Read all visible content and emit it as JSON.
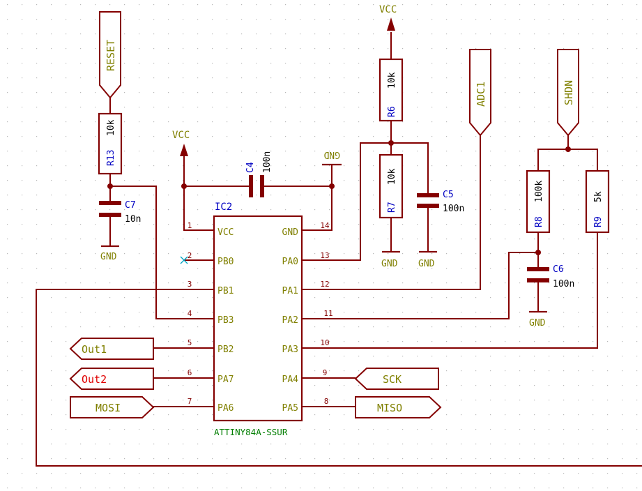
{
  "colors": {
    "wire": "#840000",
    "body": "#840000",
    "label": "#808000",
    "refdes": "#0000c2",
    "pin_number": "#840000",
    "net_out": "#e00000",
    "grid": "#b8b8b8",
    "ic_name": "#007e00",
    "nc": "#00a3c2"
  },
  "ic": {
    "ref": "IC2",
    "part": "ATTINY84A-SSUR",
    "left_pins": [
      {
        "num": "1",
        "name": "VCC"
      },
      {
        "num": "2",
        "name": "PB0"
      },
      {
        "num": "3",
        "name": "PB1"
      },
      {
        "num": "4",
        "name": "PB3"
      },
      {
        "num": "5",
        "name": "PB2"
      },
      {
        "num": "6",
        "name": "PA7"
      },
      {
        "num": "7",
        "name": "PA6"
      }
    ],
    "right_pins": [
      {
        "num": "14",
        "name": "GND"
      },
      {
        "num": "13",
        "name": "PA0"
      },
      {
        "num": "12",
        "name": "PA1"
      },
      {
        "num": "11",
        "name": "PA2"
      },
      {
        "num": "10",
        "name": "PA3"
      },
      {
        "num": "9",
        "name": "PA4"
      },
      {
        "num": "8",
        "name": "PA5"
      }
    ]
  },
  "resistors": {
    "r13": {
      "ref": "R13",
      "value": "10k"
    },
    "r6": {
      "ref": "R6",
      "value": "10k"
    },
    "r7": {
      "ref": "R7",
      "value": "10k"
    },
    "r8": {
      "ref": "R8",
      "value": "100k"
    },
    "r9": {
      "ref": "R9",
      "value": "5k"
    }
  },
  "capacitors": {
    "c4": {
      "ref": "C4",
      "value": "100n"
    },
    "c5": {
      "ref": "C5",
      "value": "100n"
    },
    "c6": {
      "ref": "C6",
      "value": "100n"
    },
    "c7": {
      "ref": "C7",
      "value": "10n"
    }
  },
  "power": {
    "vcc": "VCC",
    "gnd": "GND",
    "gnd_rotated": "GND"
  },
  "labels": {
    "reset": "RESET",
    "adc1": "ADC1",
    "shdn": "SHDN",
    "out1": "Out1",
    "out2": "Out2",
    "mosi": "MOSI",
    "sck": "SCK",
    "miso": "MISO"
  }
}
